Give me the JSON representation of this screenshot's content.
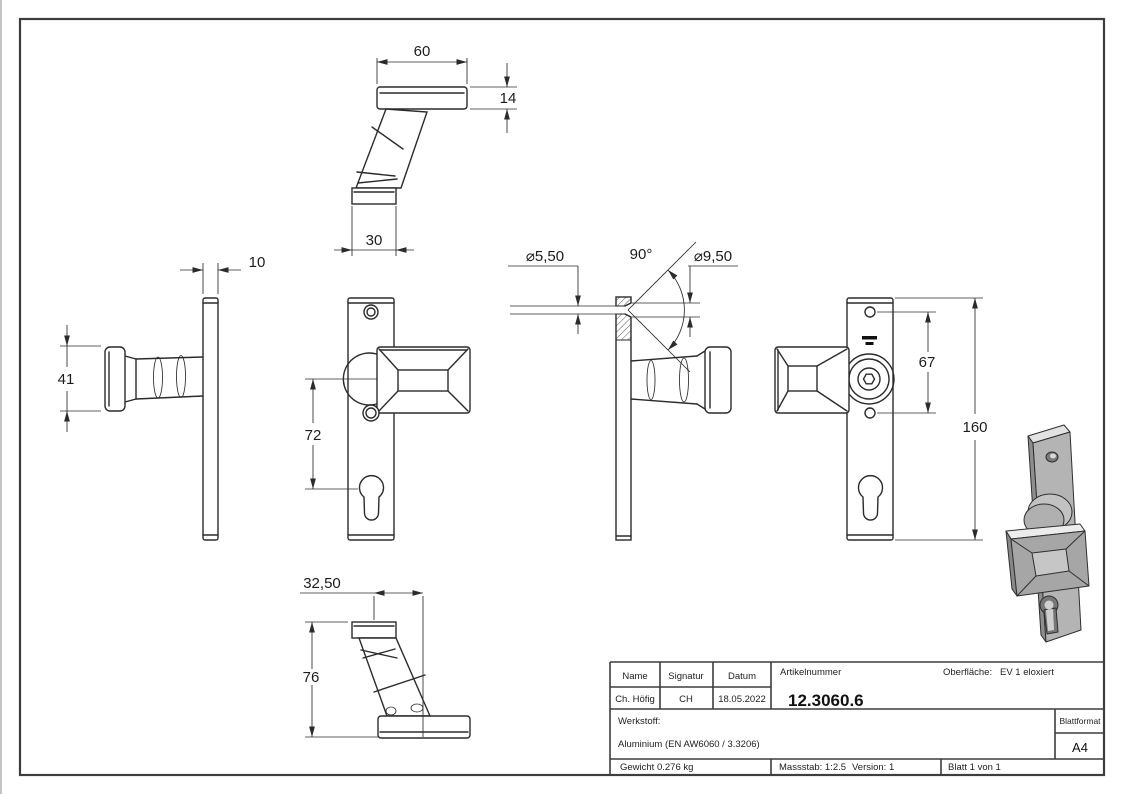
{
  "drawing": {
    "frame_color": "#3d3d3d",
    "line_color": "#2b2b2b",
    "dims": {
      "grip_width": "60",
      "grip_thickness": "14",
      "base_width": "30",
      "plate_thickness": "10",
      "knob_height": "41",
      "knob_to_cylinder": "72",
      "hole_small": "⌀5,50",
      "countersink_angle": "90°",
      "hole_large": "⌀9,50",
      "screw_spacing": "67",
      "plate_length": "160",
      "grip_offset": "32,50",
      "handle_depth": "76"
    },
    "iso": {
      "body_gray": "#b4b4b4",
      "light_gray": "#e2e2e2",
      "dark_gray": "#8e8e8e"
    }
  },
  "title_block": {
    "name_label": "Name",
    "signatur_label": "Signatur",
    "datum_label": "Datum",
    "name_value": "Ch. Höfig",
    "signatur_value": "CH",
    "datum_value": "18.05.2022",
    "artikelnummer_label": "Artikelnummer",
    "artikelnummer_value": "12.3060.6",
    "oberflaeche_label": "Oberfläche:",
    "oberflaeche_value": "EV 1 eloxiert",
    "werkstoff_label": "Werkstoff:",
    "werkstoff_value": "Aluminium (EN AW6060 / 3.3206)",
    "blattformat_label": "Blattformat",
    "blattformat_value": "A4",
    "gewicht": "Gewicht 0.276 kg",
    "massstab": "Massstab: 1:2.5",
    "version": "Version: 1",
    "blatt": "Blatt 1 von 1"
  }
}
